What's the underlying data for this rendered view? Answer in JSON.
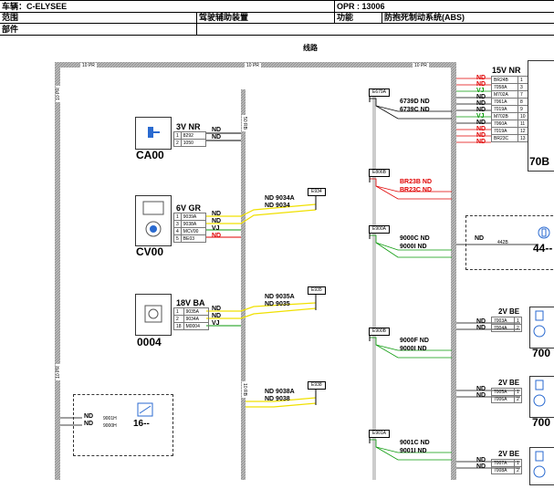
{
  "header": {
    "vehicle": "车辆：C-ELYSEE",
    "opr": "OPR : 13006",
    "scope_label": "范围",
    "scope_value": "驾驶辅助装置",
    "function_label": "功能",
    "function_value": "防抱死制动系统(ABS)",
    "part_label": "部件"
  },
  "section_title": "线路",
  "rails": {
    "top_left": "10 PR",
    "top_mid": "10 PR",
    "top_right": "10 PR",
    "left_top": "10 PR",
    "left_bottom": "10 PR",
    "mid_top": "50 RB",
    "mid_bottom": "10 RB"
  },
  "components": {
    "ca00": {
      "code": "CA00",
      "connector": "3V NR",
      "pins": [
        [
          "1",
          "8292"
        ],
        [
          "2",
          "1050"
        ]
      ],
      "wires": [
        "ND",
        "ND"
      ]
    },
    "cv00": {
      "code": "CV00",
      "connector": "6V GR",
      "pins": [
        [
          "1",
          "9039A"
        ],
        [
          "3",
          "9038A"
        ],
        [
          "4",
          "MCV00"
        ],
        [
          "5",
          "BE03"
        ]
      ],
      "wires": [
        "ND",
        "ND",
        "VJ",
        "ND"
      ]
    },
    "c0004": {
      "code": "0004",
      "connector": "18V BA",
      "pins": [
        [
          "1",
          "9035A"
        ],
        [
          "2",
          "9034A"
        ],
        [
          "18",
          "M0004"
        ]
      ],
      "wires": [
        "ND",
        "ND",
        "VJ"
      ]
    },
    "c16": {
      "code": "16--",
      "wires": [
        "ND",
        "ND"
      ],
      "pins": [
        "9001H",
        "9000H"
      ]
    }
  },
  "splices": {
    "e934": {
      "tag": "E934",
      "lines": [
        "ND 9034A",
        "ND 9034"
      ]
    },
    "e935": {
      "tag": "E935",
      "lines": [
        "ND 9035A",
        "ND 9035"
      ]
    },
    "e938": {
      "tag": "E938",
      "lines": [
        "ND 9038A",
        "ND 9038"
      ]
    },
    "e679a": {
      "tag": "E679A",
      "lines": [
        "6739D ND",
        "6739C ND"
      ]
    },
    "e806b": {
      "tag": "E806B",
      "lines": [
        "BR23B ND",
        "BR23C ND"
      ]
    },
    "e900a": {
      "tag": "E900A",
      "lines": [
        "9000C ND",
        "9000I ND"
      ]
    },
    "e900b": {
      "tag": "E900B",
      "lines": [
        "9000F ND",
        "9000I ND"
      ]
    },
    "e901a": {
      "tag": "E901A",
      "lines": [
        "9001C ND",
        "9001I ND"
      ]
    }
  },
  "right_components": {
    "c70b": {
      "code": "70B",
      "connector": "15V NR",
      "wires": [
        "ND",
        "ND",
        "VJ",
        "ND",
        "ND",
        "ND",
        "VJ",
        "ND",
        "ND",
        "ND",
        "ND"
      ],
      "pins": [
        [
          "BR24B",
          "1"
        ],
        [
          "7058A",
          "3"
        ],
        [
          "M702A",
          "7"
        ],
        [
          "7061A",
          "8"
        ],
        [
          "7019A",
          "9"
        ],
        [
          "M702B",
          "10"
        ],
        [
          "7060A",
          "11"
        ],
        [
          "7019A",
          "12"
        ],
        [
          "BR23C",
          "13"
        ]
      ]
    },
    "c44": {
      "code": "44--",
      "wire": "ND",
      "pin": "442B"
    },
    "c700a": {
      "code": "700",
      "connector": "2V BE",
      "wires": [
        "ND",
        "ND"
      ],
      "pins": [
        [
          "7003A",
          "1"
        ],
        [
          "7004A",
          "2"
        ]
      ]
    },
    "c700b": {
      "code": "700",
      "connector": "2V BE",
      "wires": [
        "ND",
        "ND"
      ],
      "pins": [
        [
          "7005A",
          "1"
        ],
        [
          "7006A",
          "2"
        ]
      ]
    },
    "c700c": {
      "connector": "2V BE",
      "wires": [
        "ND",
        "ND"
      ],
      "pins": [
        [
          "7007A",
          "1"
        ],
        [
          "7008A",
          "2"
        ]
      ]
    }
  },
  "colors": {
    "yellow": "#f0e000",
    "red": "#e00000",
    "green": "#0a9a0a",
    "black": "#000000",
    "rail": "#bdbdbd"
  }
}
